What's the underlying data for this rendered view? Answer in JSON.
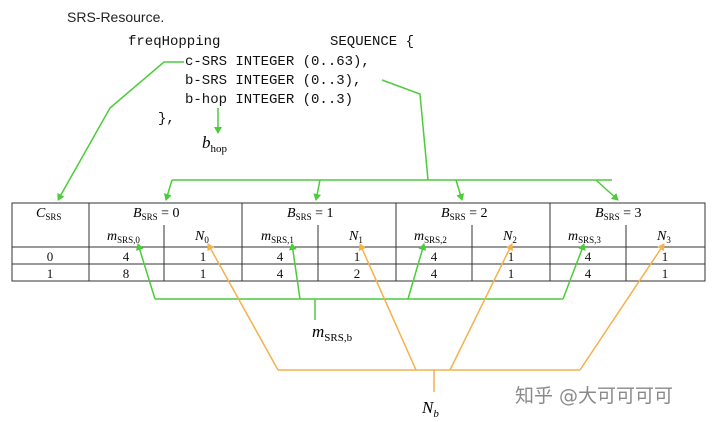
{
  "title": "SRS-Resource.",
  "code": {
    "field": "freqHopping",
    "type": "SEQUENCE {",
    "lines": [
      "c-SRS INTEGER (0..63),",
      "b-SRS INTEGER (0..3),",
      "b-hop INTEGER (0..3)"
    ],
    "close": "},"
  },
  "labels": {
    "b_hop_main": "b",
    "b_hop_sub": "hop",
    "m_main": "m",
    "m_sub": "SRS,b",
    "n_main": "N",
    "n_sub": "b"
  },
  "table": {
    "c_head_main": "C",
    "c_head_sub": "SRS",
    "groups": [
      {
        "main": "B",
        "sub": "SRS",
        "eq": " = 0",
        "m": "SRS,0",
        "n": "0"
      },
      {
        "main": "B",
        "sub": "SRS",
        "eq": " = 1",
        "m": "SRS,1",
        "n": "1"
      },
      {
        "main": "B",
        "sub": "SRS",
        "eq": " = 2",
        "m": "SRS,2",
        "n": "2"
      },
      {
        "main": "B",
        "sub": "SRS",
        "eq": " = 3",
        "m": "SRS,3",
        "n": "3"
      }
    ],
    "rows": [
      [
        "0",
        "4",
        "1",
        "4",
        "1",
        "4",
        "1",
        "4",
        "1"
      ],
      [
        "1",
        "8",
        "1",
        "4",
        "2",
        "4",
        "1",
        "4",
        "1"
      ]
    ]
  },
  "watermark": "知乎 @大可可可可",
  "colors": {
    "green": "#4ccc3a",
    "orange": "#f5b14a",
    "line": "#333333"
  }
}
